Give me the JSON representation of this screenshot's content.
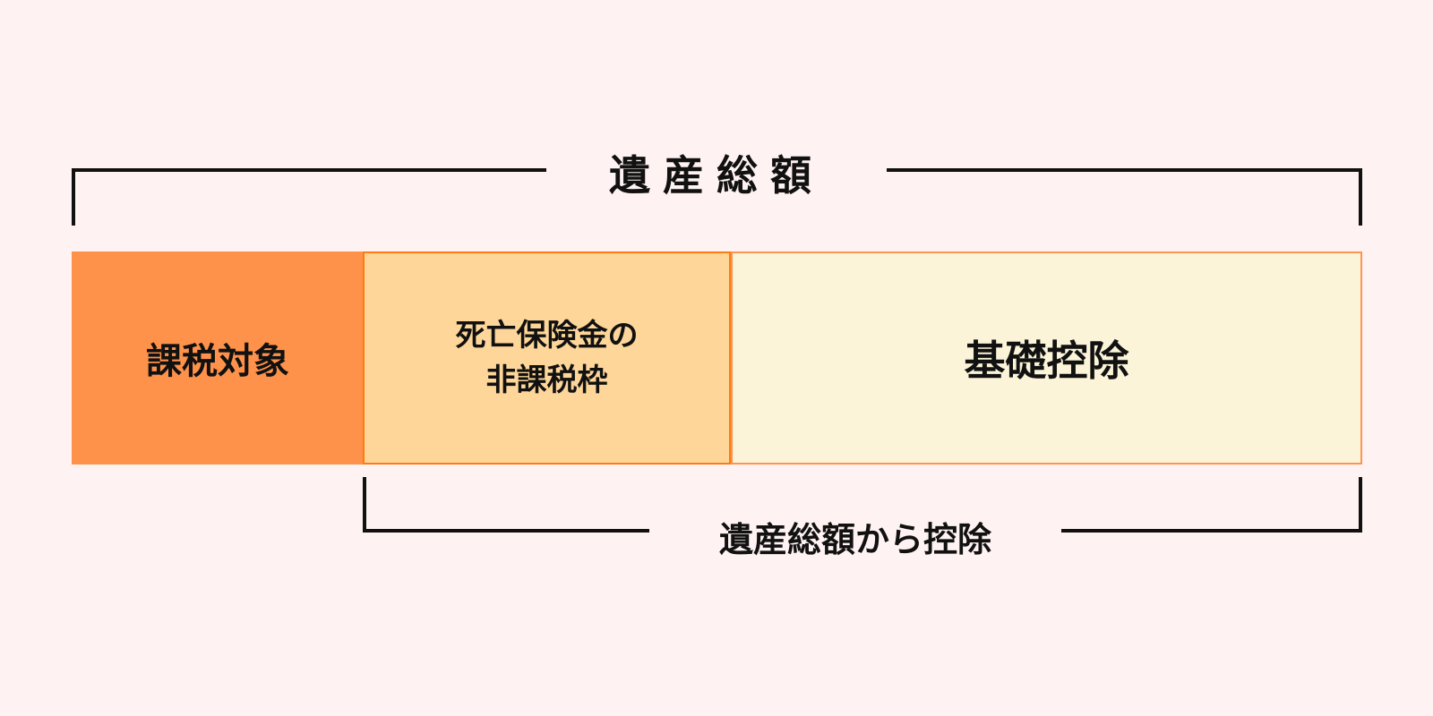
{
  "top_bracket": {
    "label": "遺産総額"
  },
  "boxes": [
    {
      "label": "課税対象",
      "color": "#ff924a"
    },
    {
      "line1": "死亡保険金の",
      "line2": "非課税枠",
      "color": "#fed699"
    },
    {
      "label": "基礎控除",
      "color": "#fbf4d8"
    }
  ],
  "bottom_bracket": {
    "label": "遺産総額から控除"
  }
}
